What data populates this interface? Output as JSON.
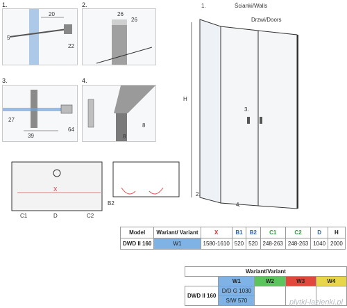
{
  "panels": {
    "p1": {
      "label": "1.",
      "dims": [
        "20",
        "5",
        "22"
      ]
    },
    "p2": {
      "label": "2.",
      "dims": [
        "26",
        "26"
      ]
    },
    "p3": {
      "label": "3.",
      "dims": [
        "27",
        "39",
        "64"
      ]
    },
    "p4": {
      "label": "4.",
      "dims": [
        "8",
        "8"
      ]
    }
  },
  "main_drawing": {
    "walls_label": "Ścianki/Walls",
    "doors_label": "Drzwi/Doors",
    "height_label": "H",
    "callouts": [
      "1.",
      "2.",
      "3.",
      "4."
    ]
  },
  "plan": {
    "x_label": "X",
    "d_label": "D",
    "c1_label": "C1",
    "c2_label": "C2",
    "b2_label": "B2"
  },
  "spec_table": {
    "headers": [
      "Model",
      "Wariant/ Variant",
      "X",
      "B1",
      "B2",
      "C1",
      "C2",
      "D",
      "H"
    ],
    "row": [
      "DWD II 160",
      "W1",
      "1580-1610",
      "520",
      "520",
      "248-263",
      "248-263",
      "1040",
      "2000"
    ]
  },
  "variant_table": {
    "title": "Wariant/Variant",
    "model": "DWD II 160",
    "variants": [
      {
        "name": "W1",
        "color": "#7fb3e6"
      },
      {
        "name": "W2",
        "color": "#5cc45c"
      },
      {
        "name": "W3",
        "color": "#e0483b"
      },
      {
        "name": "W4",
        "color": "#e8d64a"
      }
    ],
    "rows": [
      "D/D G 1030",
      "S/W 570"
    ]
  },
  "watermark": "plytki-lazienki.pl"
}
